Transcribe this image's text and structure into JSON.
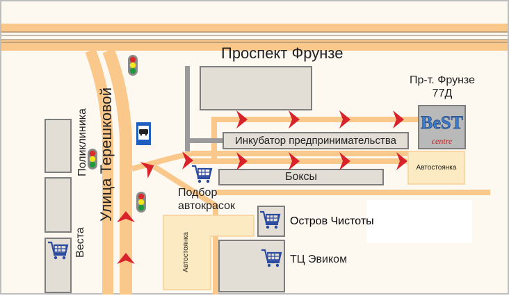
{
  "streets": {
    "avenue": "Проспект Фрунзе",
    "tereshkovoy": "Улица Терешковой"
  },
  "address": {
    "line1": "Пр-т. Фрунзе",
    "line2": "77Д"
  },
  "logo": {
    "text": "BeST",
    "subtext": "centre"
  },
  "buildings": {
    "incubator": "Инкубатор предпринимательства",
    "boxes": "Боксы",
    "parking_right": "Автостоянка",
    "parking_left": "Автостоянка",
    "clinic": "Поликлиника",
    "vesta": "Веста"
  },
  "shops": {
    "paint": "Подбор автокрасок",
    "paint_line1": "Подбор",
    "paint_line2": "автокрасок",
    "cleanliness": "Остров Чистоты",
    "evikom": "ТЦ Эвиком"
  },
  "icons": [
    "traffic-light-icon",
    "bus-stop-icon",
    "shopping-cart-icon",
    "direction-arrow-icon"
  ],
  "colors": {
    "road": "#fbc88c",
    "building": "#e2ded5",
    "background": "#fdf9f1",
    "arrow": "#d8232a",
    "cart": "#2b4aa0"
  }
}
